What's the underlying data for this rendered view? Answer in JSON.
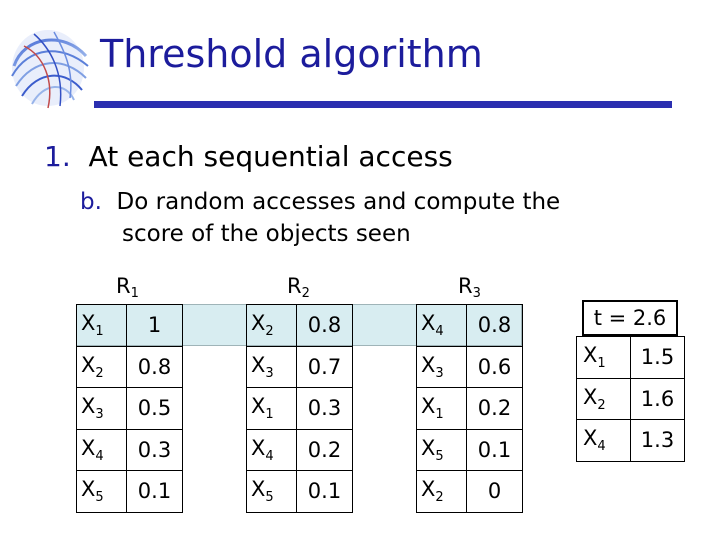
{
  "title": "Threshold algorithm",
  "step1": {
    "num": "1.",
    "text": "At each sequential access"
  },
  "step1b": {
    "num": "b.",
    "line1": "Do random accesses and compute the",
    "line2": "score of the objects seen"
  },
  "lists": [
    {
      "header": {
        "base": "R",
        "sub": "1"
      },
      "rows": [
        {
          "obj": "X",
          "sub": "1",
          "val": "1"
        },
        {
          "obj": "X",
          "sub": "2",
          "val": "0.8"
        },
        {
          "obj": "X",
          "sub": "3",
          "val": "0.5"
        },
        {
          "obj": "X",
          "sub": "4",
          "val": "0.3"
        },
        {
          "obj": "X",
          "sub": "5",
          "val": "0.1"
        }
      ]
    },
    {
      "header": {
        "base": "R",
        "sub": "2"
      },
      "rows": [
        {
          "obj": "X",
          "sub": "2",
          "val": "0.8"
        },
        {
          "obj": "X",
          "sub": "3",
          "val": "0.7"
        },
        {
          "obj": "X",
          "sub": "1",
          "val": "0.3"
        },
        {
          "obj": "X",
          "sub": "4",
          "val": "0.2"
        },
        {
          "obj": "X",
          "sub": "5",
          "val": "0.1"
        }
      ]
    },
    {
      "header": {
        "base": "R",
        "sub": "3"
      },
      "rows": [
        {
          "obj": "X",
          "sub": "4",
          "val": "0.8"
        },
        {
          "obj": "X",
          "sub": "3",
          "val": "0.6"
        },
        {
          "obj": "X",
          "sub": "1",
          "val": "0.2"
        },
        {
          "obj": "X",
          "sub": "5",
          "val": "0.1"
        },
        {
          "obj": "X",
          "sub": "2",
          "val": "0"
        }
      ]
    }
  ],
  "threshold": "t = 2.6",
  "top_k": [
    {
      "obj": "X",
      "sub": "1",
      "val": "1.5"
    },
    {
      "obj": "X",
      "sub": "2",
      "val": "1.6"
    },
    {
      "obj": "X",
      "sub": "4",
      "val": "1.3"
    }
  ],
  "colors": {
    "title": "#1c1c9c",
    "rule": "#2b2fb0",
    "highlight": "#d8edf1"
  }
}
